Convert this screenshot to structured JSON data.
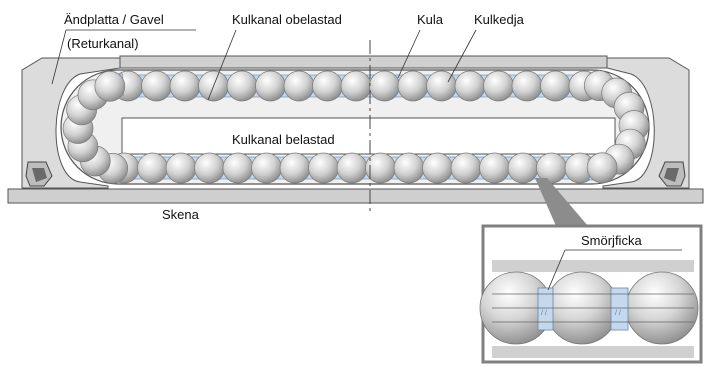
{
  "labels": {
    "end_plate": "Ändplatta / Gavel",
    "return_channel": "(Returkanal)",
    "unloaded_channel": "Kulkanal obelastad",
    "ball": "Kula",
    "ball_chain": "Kulkedja",
    "loaded_channel": "Kulkanal belastad",
    "rail": "Skena",
    "grease_pocket": "Smörjficka"
  },
  "colors": {
    "housing": "#dcdcdc",
    "housing_stroke": "#555555",
    "rail": "#cfcfcf",
    "ball_light": "#ffffff",
    "ball_dark": "#8e8e8e",
    "spacer": "#c4d9ee",
    "spacer_dots": "#5f7a99",
    "inset_frame": "#808080",
    "leader": "#333333"
  }
}
